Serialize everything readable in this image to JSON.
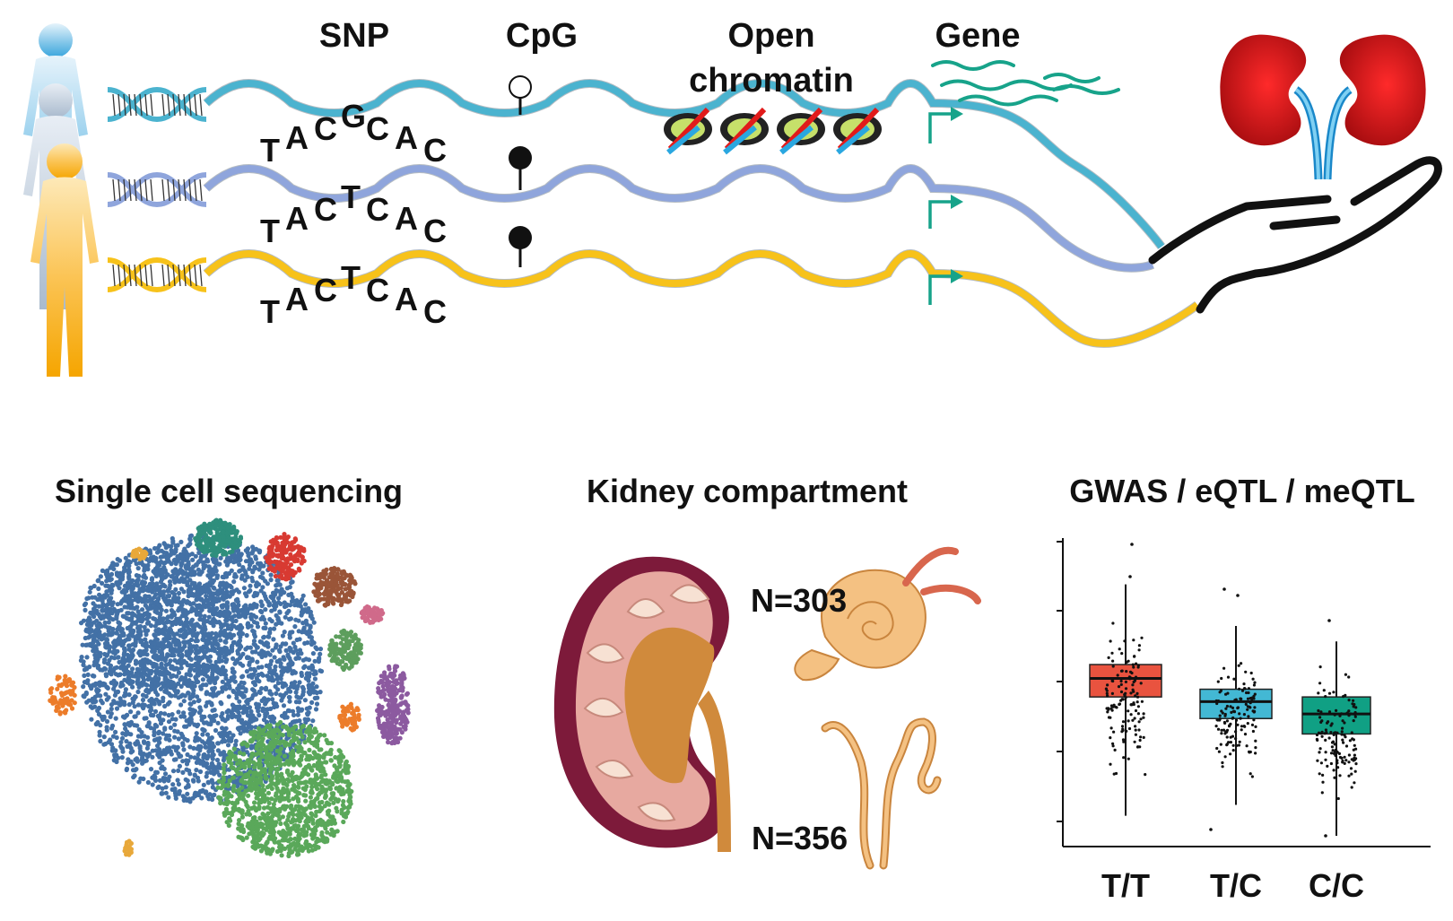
{
  "top_labels": {
    "snp": "SNP",
    "cpg": "CpG",
    "open_line1": "Open",
    "open_line2": "chromatin",
    "gene": "Gene"
  },
  "sequences": [
    [
      "T",
      "A",
      "C",
      "G",
      "C",
      "A",
      "C"
    ],
    [
      "T",
      "A",
      "C",
      "T",
      "C",
      "A",
      "C"
    ],
    [
      "T",
      "A",
      "C",
      "T",
      "C",
      "A",
      "C"
    ]
  ],
  "colors": {
    "strand_blue": "#4bb3cf",
    "strand_purple": "#8fa5dc",
    "strand_yellow": "#f7c21a",
    "snp_highlight": "#ee1c1c",
    "arrow_teal": "#17a38a",
    "kidney_red": "#e0161b",
    "box_tt": "#e9533f",
    "box_tc": "#43b8d4",
    "box_cc": "#10a084"
  },
  "sections": {
    "single_cell": "Single cell sequencing",
    "kidney": "Kidney compartment",
    "gwas": "GWAS / eQTL / meQTL"
  },
  "compartments": {
    "glomerulus_n": "N=303",
    "tubule_n": "N=356"
  },
  "cluster_colors": [
    "#4371a6",
    "#5aa85a",
    "#2e8f7d",
    "#d83a32",
    "#9a5538",
    "#d06a8a",
    "#5d9e5d",
    "#8c5aa0",
    "#ec7c2a",
    "#e8a83a"
  ],
  "chart_data": {
    "type": "box",
    "categories": [
      "T/T",
      "T/C",
      "C/C"
    ],
    "quartiles": [
      {
        "q1": 0.42,
        "median": 0.54,
        "q3": 0.63
      },
      {
        "q1": 0.28,
        "median": 0.39,
        "q3": 0.47
      },
      {
        "q1": 0.18,
        "median": 0.31,
        "q3": 0.42
      }
    ],
    "whiskers": [
      {
        "low": -0.35,
        "high": 1.15
      },
      {
        "low": -0.28,
        "high": 0.88
      },
      {
        "low": -0.48,
        "high": 0.78
      }
    ],
    "ylim": [
      -0.55,
      1.45
    ],
    "title": "",
    "xlabel": "",
    "ylabel": ""
  }
}
